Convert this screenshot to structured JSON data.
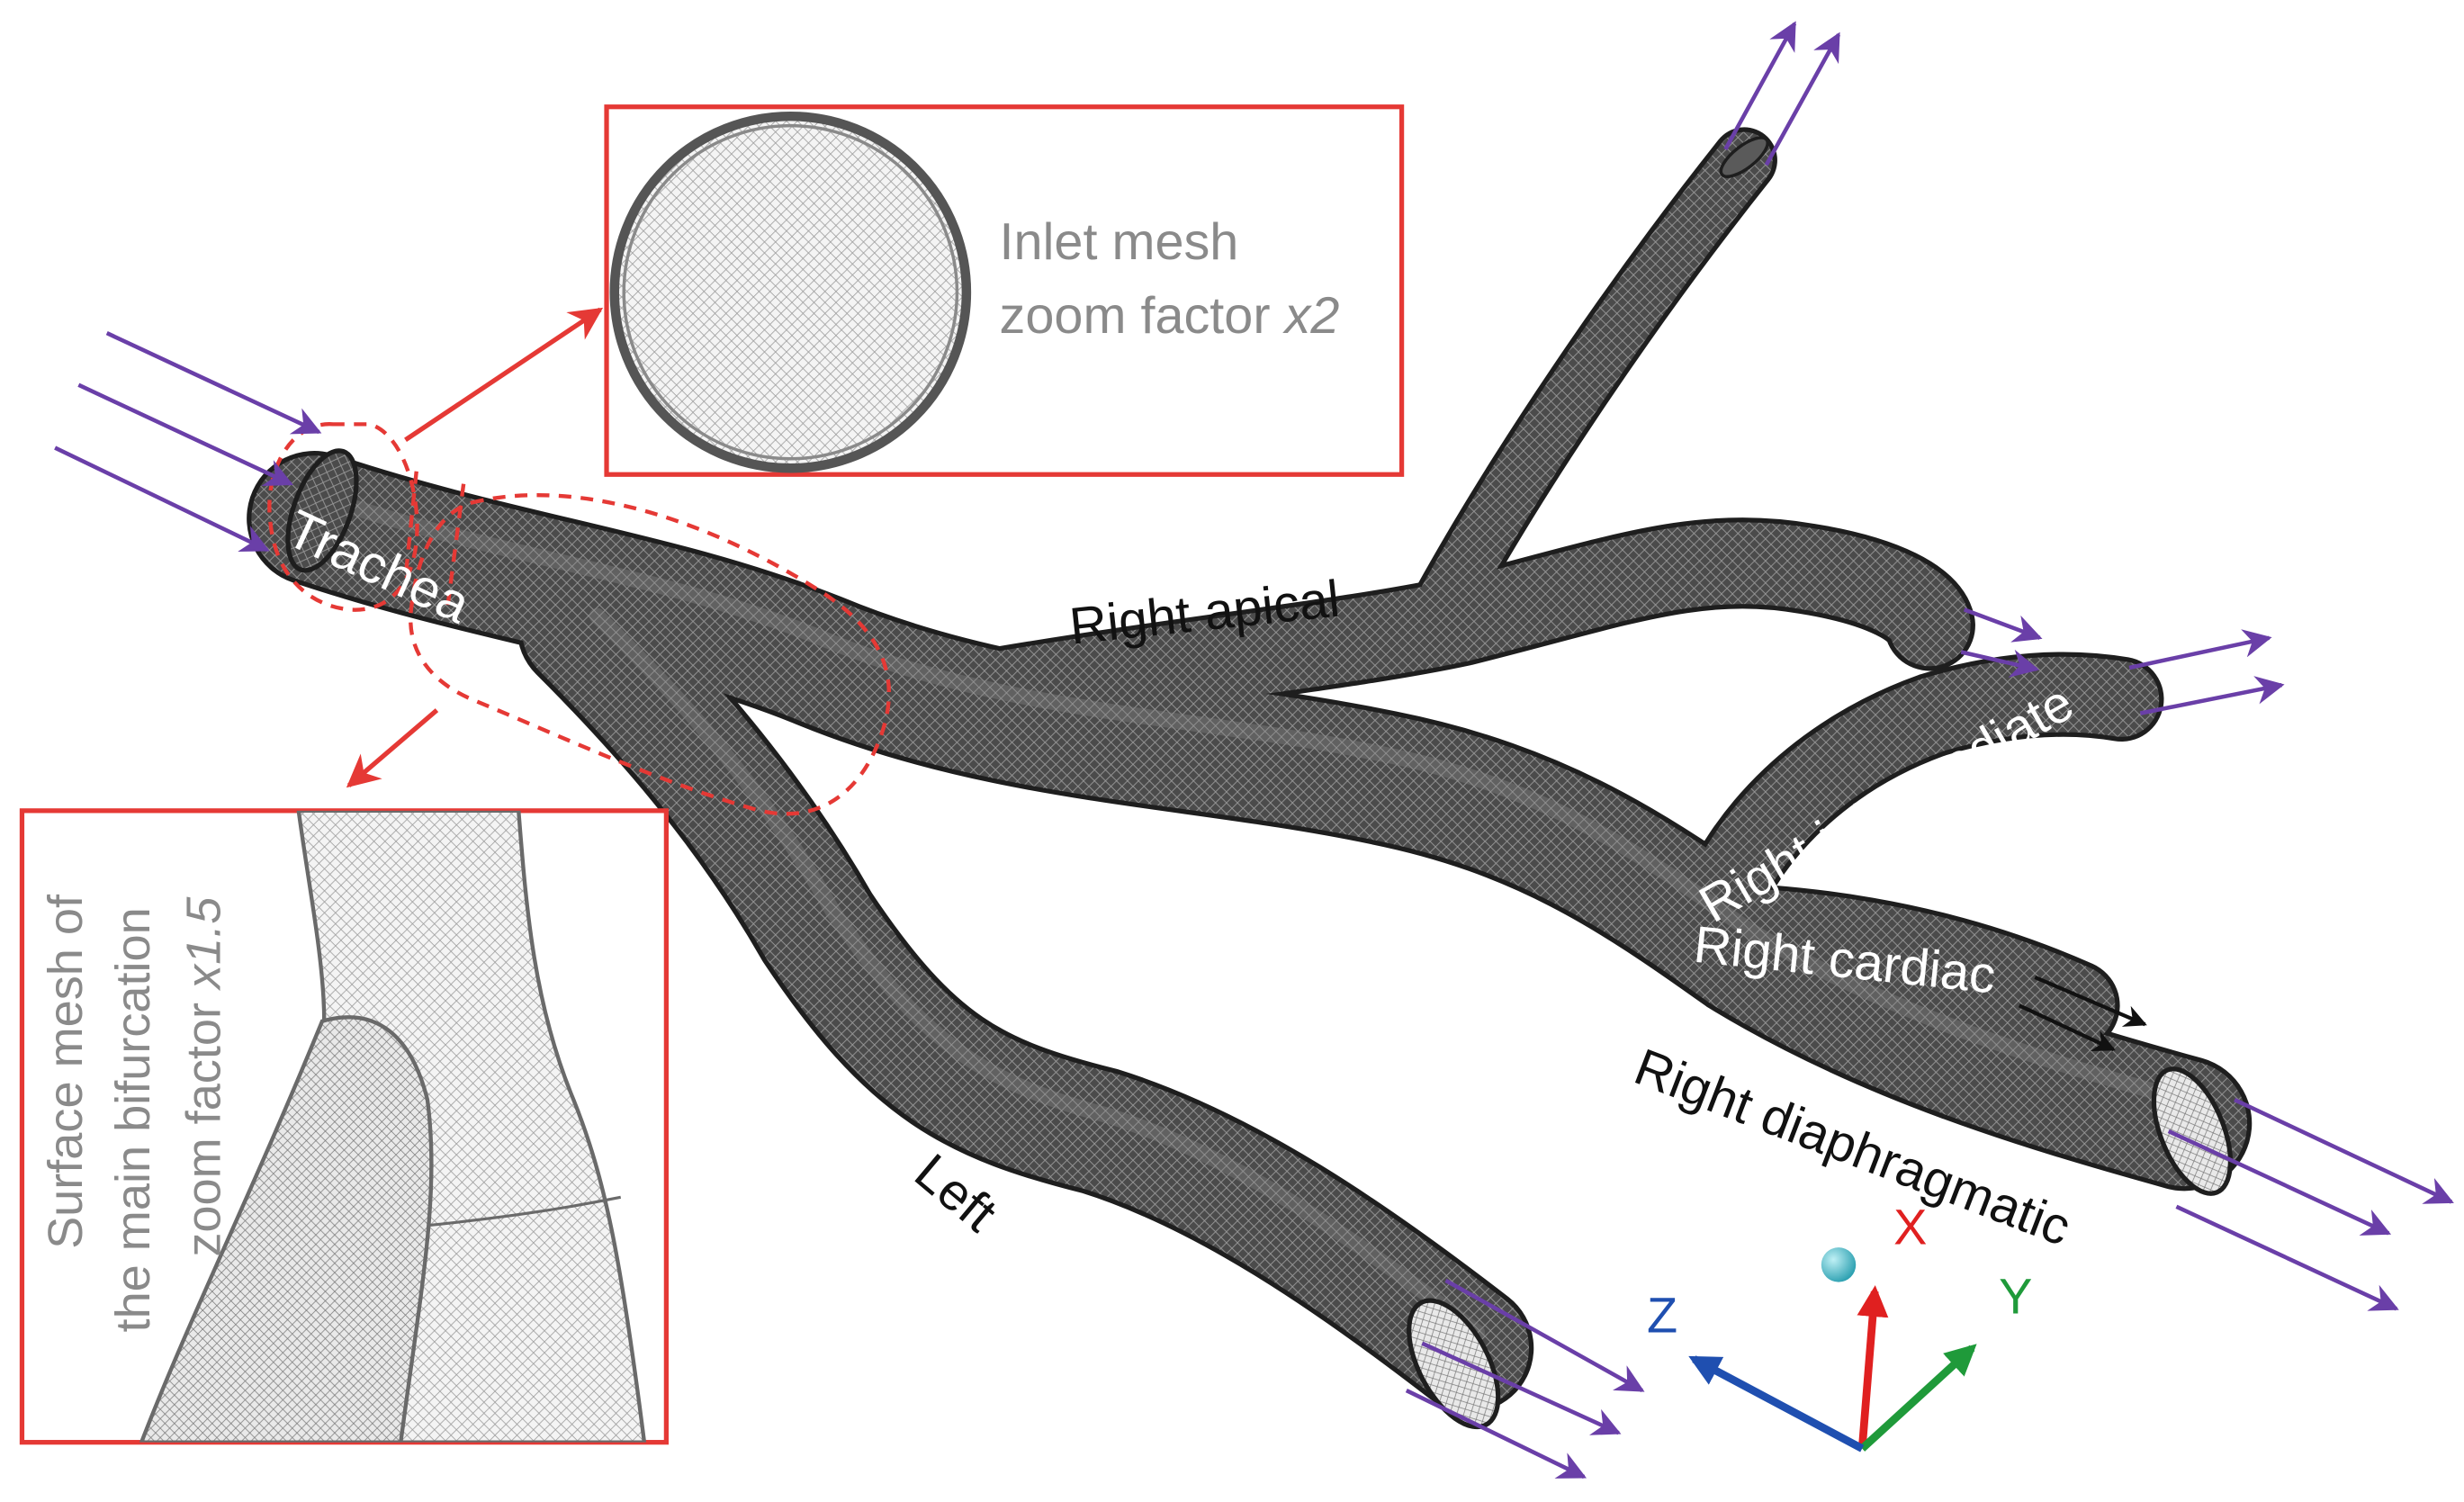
{
  "colors": {
    "airway": "#4a4a4a",
    "airway_dark": "#2e2e2e",
    "airway_light": "#7a7a7a",
    "zoom_frame": "#e53935",
    "flow_arrow": "#6a3fa8",
    "axis_x": "#e02020",
    "axis_y": "#1f9a3a",
    "axis_z": "#1f4fb0",
    "origin_marker": "#3bb9c9"
  },
  "labels": {
    "trachea": "Trachea",
    "right_apical": "Right apical",
    "right_intermediate": "Right intermediate",
    "right_cardiac": "Right cardiac",
    "right_diaphragmatic": "Right diaphragmatic",
    "left": "Left"
  },
  "inlet_zoom": {
    "title_line1": "Inlet mesh",
    "title_line2_prefix": "zoom factor ",
    "factor": "x2"
  },
  "bifurcation_zoom": {
    "line1": "Surface mesh of",
    "line2": "the main bifurcation",
    "line3_prefix": "zoom factor ",
    "factor": "x1.5"
  },
  "axes": {
    "x": "X",
    "y": "Y",
    "z": "Z"
  },
  "icons": {
    "inlet_arrows": "arrow-right-icon",
    "outlet_arrows": "arrow-right-icon",
    "origin": "sphere-icon"
  }
}
